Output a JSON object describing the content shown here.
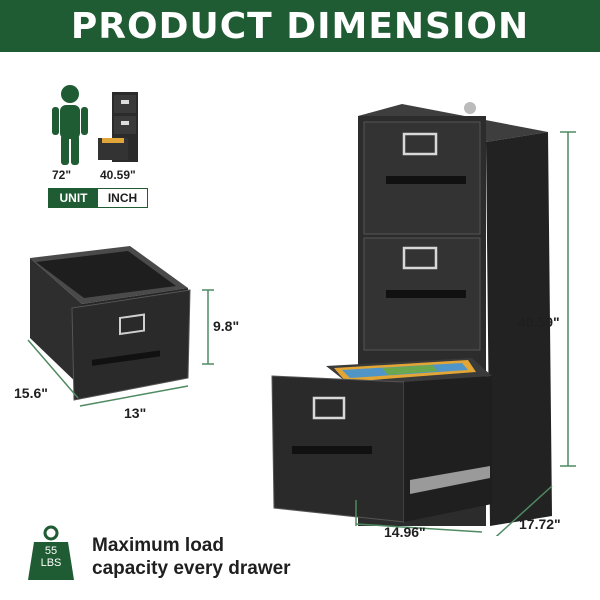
{
  "banner": {
    "title": "PRODUCT DIMENSION"
  },
  "comparison": {
    "person_height": "72\"",
    "cabinet_height": "40.59\""
  },
  "unit_toggle": {
    "unit_label": "UNIT",
    "value_label": "INCH"
  },
  "drawer": {
    "height": "9.8\"",
    "depth": "15.6\"",
    "width": "13\""
  },
  "cabinet": {
    "height": "40.59\"",
    "width": "14.96\"",
    "depth": "17.72\""
  },
  "load": {
    "weight_number": "55",
    "weight_unit": "LBS",
    "line1": "Maximum load",
    "line2": "capacity every drawer"
  },
  "colors": {
    "brand_green": "#1f5b33",
    "dim_line": "#4f8a62",
    "cabinet_black": "#2a2a2a"
  },
  "icons": [
    "person-icon",
    "weight-icon"
  ]
}
